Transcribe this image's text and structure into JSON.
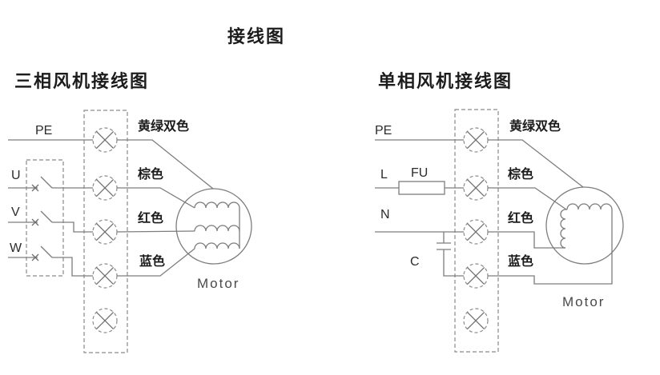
{
  "title": "接线图",
  "left": {
    "heading": "三相风机接线图",
    "input_labels": {
      "pe": "PE",
      "u": "U",
      "v": "V",
      "w": "W"
    },
    "wire_labels": [
      "黄绿双色",
      "棕色",
      "红色",
      "蓝色"
    ],
    "motor_label": "Motor"
  },
  "right": {
    "heading": "单相风机接线图",
    "input_labels": {
      "pe": "PE",
      "l": "L",
      "n": "N",
      "c": "C"
    },
    "fuse_label": "FU",
    "wire_labels": [
      "黄绿双色",
      "棕色",
      "红色",
      "蓝色"
    ],
    "motor_label": "Motor"
  },
  "colors": {
    "line": "#7d7d7d",
    "dashed": "#8a8a8a",
    "text": "#1c1c1c"
  }
}
